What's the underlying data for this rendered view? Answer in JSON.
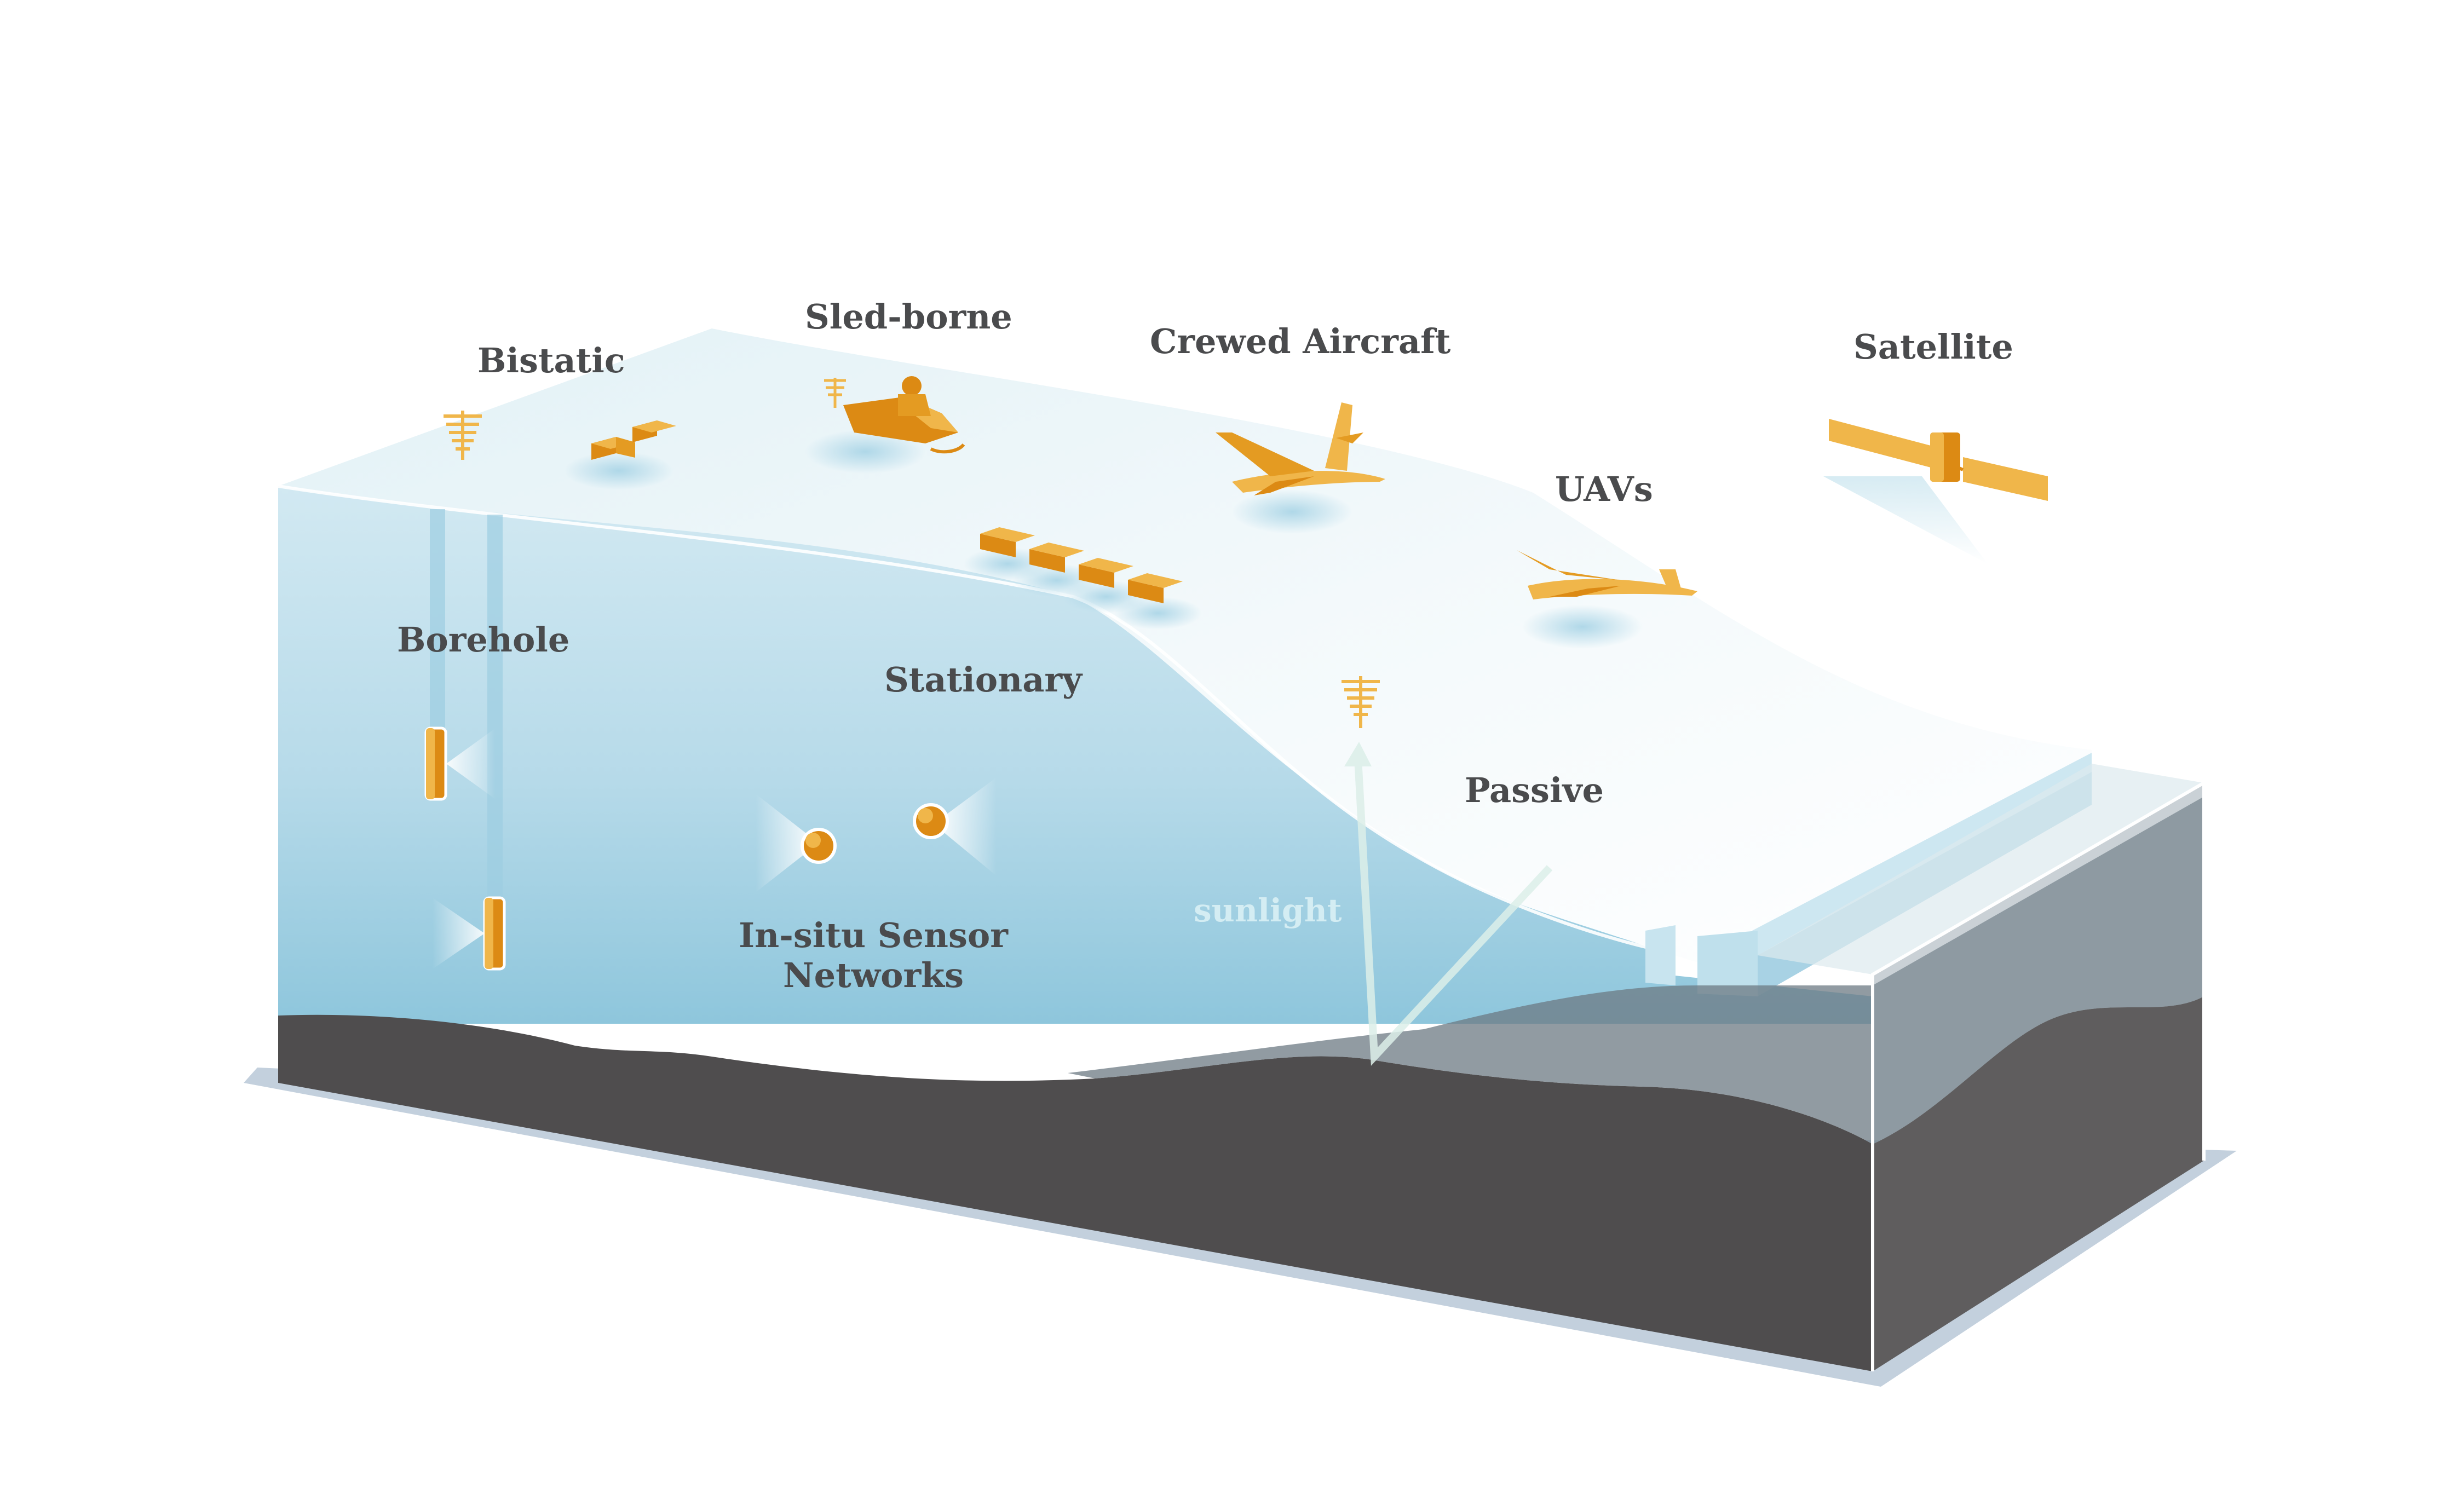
{
  "labels": {
    "bistatic": "Bistatic",
    "sled_borne": "Sled-borne",
    "crewed_aircraft": "Crewed Aircraft",
    "satellite": "Satellite",
    "uavs": "UAVs",
    "borehole": "Borehole",
    "stationary": "Stationary",
    "passive": "Passive",
    "sunlight": "sunlight",
    "in_situ_line1": "In-situ Sensor",
    "in_situ_line2": "Networks"
  },
  "icons": {
    "bistatic_antenna": "antenna-icon",
    "bistatic_units": "radar-box-icon",
    "sled": "snowmobile-icon",
    "aircraft": "airplane-icon",
    "satellite": "satellite-icon",
    "uav": "uav-icon",
    "stationary_units": "radar-box-icon",
    "passive_antenna": "antenna-icon",
    "borehole_probe": "probe-icon",
    "sensor_node": "sensor-node-icon"
  },
  "colors": {
    "instrument": "#f0b64a",
    "instrument_dark": "#dc8a14",
    "ice_surface": "#eef7fa",
    "ice_body": "#b9dcea",
    "bedrock": "#4f4d4e",
    "ocean": "#6f7d86",
    "label_text": "#4a4b4d",
    "sunlight_text": "#d4edf3"
  }
}
